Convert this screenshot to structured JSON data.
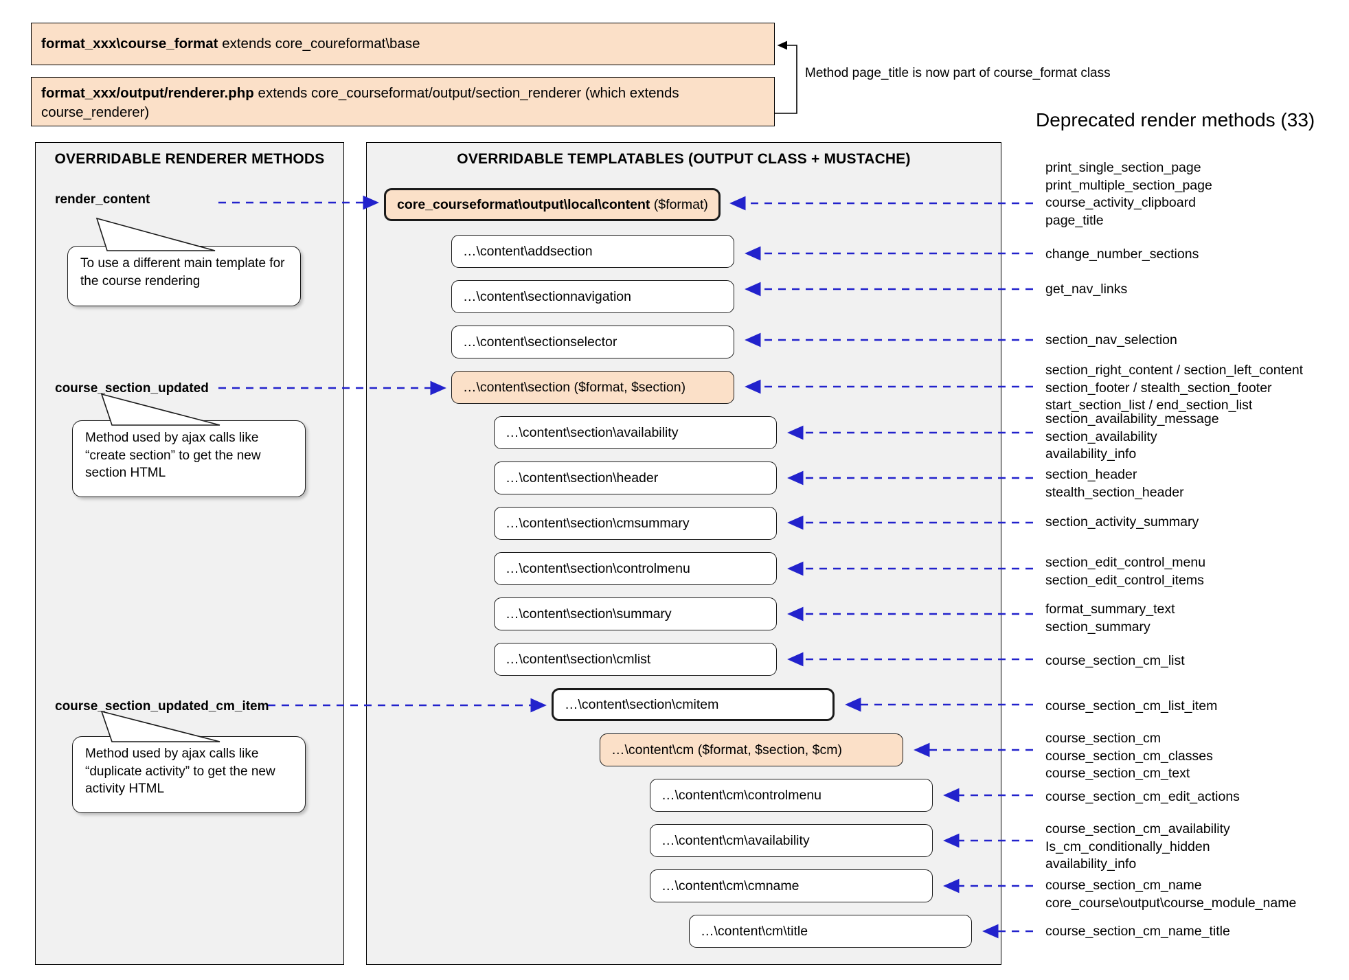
{
  "header": {
    "box1_bold": "format_xxx\\course_format",
    "box1_rest": " extends core_coureformat\\base",
    "box2_bold": "format_xxx/output/renderer.php",
    "box2_rest": " extends core_courseformat/output/section_renderer (which extends course_renderer)",
    "note": "Method page_title is now part of course_format class",
    "deprecated_title": "Deprecated render methods (33)"
  },
  "left_panel": {
    "title": "OVERRIDABLE RENDERER METHODS",
    "methods": [
      {
        "label": "render_content"
      },
      {
        "label": "course_section_updated"
      },
      {
        "label": "course_section_updated_cm_item"
      }
    ],
    "callouts": [
      {
        "lines": [
          "To use a different main template for",
          "the course rendering"
        ]
      },
      {
        "lines": [
          "Method used by ajax calls like",
          "“create section” to get the new",
          "section HTML"
        ]
      },
      {
        "lines": [
          "Method used by ajax calls like",
          "“duplicate activity” to get the new",
          "activity HTML"
        ]
      }
    ]
  },
  "center_panel": {
    "title": "OVERRIDABLE TEMPLATABLES (OUTPUT CLASS + MUSTACHE)",
    "boxes": [
      {
        "bold": "core_courseformat\\output\\local\\content",
        "rest": " ($format)",
        "style": "highlight-thick"
      },
      {
        "bold": "",
        "rest": "…\\content\\addsection",
        "style": "plain"
      },
      {
        "bold": "",
        "rest": "…\\content\\sectionnavigation",
        "style": "plain"
      },
      {
        "bold": "",
        "rest": "…\\content\\sectionselector",
        "style": "plain"
      },
      {
        "bold": "",
        "rest": "…\\content\\section ($format, $section)",
        "style": "highlight"
      },
      {
        "bold": "",
        "rest": "…\\content\\section\\availability",
        "style": "plain"
      },
      {
        "bold": "",
        "rest": "…\\content\\section\\header",
        "style": "plain"
      },
      {
        "bold": "",
        "rest": "…\\content\\section\\cmsummary",
        "style": "plain"
      },
      {
        "bold": "",
        "rest": "…\\content\\section\\controlmenu",
        "style": "plain"
      },
      {
        "bold": "",
        "rest": "…\\content\\section\\summary",
        "style": "plain"
      },
      {
        "bold": "",
        "rest": "…\\content\\section\\cmlist",
        "style": "plain"
      },
      {
        "bold": "",
        "rest": "…\\content\\section\\cmitem",
        "style": "plain-thick"
      },
      {
        "bold": "",
        "rest": "…\\content\\cm ($format, $section, $cm)",
        "style": "highlight"
      },
      {
        "bold": "",
        "rest": "…\\content\\cm\\controlmenu",
        "style": "plain"
      },
      {
        "bold": "",
        "rest": "…\\content\\cm\\availability",
        "style": "plain"
      },
      {
        "bold": "",
        "rest": "…\\content\\cm\\cmname",
        "style": "plain"
      },
      {
        "bold": "",
        "rest": "…\\content\\cm\\title",
        "style": "plain"
      }
    ]
  },
  "deprecated_methods": [
    {
      "lines": [
        "print_single_section_page",
        "print_multiple_section_page",
        "course_activity_clipboard",
        "page_title"
      ]
    },
    {
      "lines": [
        "change_number_sections"
      ]
    },
    {
      "lines": [
        "get_nav_links"
      ]
    },
    {
      "lines": [
        "section_nav_selection"
      ]
    },
    {
      "lines": [
        "section_right_content / section_left_content",
        "section_footer / stealth_section_footer",
        "start_section_list / end_section_list"
      ]
    },
    {
      "lines": [
        "section_availability_message",
        "section_availability",
        "availability_info"
      ]
    },
    {
      "lines": [
        "section_header",
        "stealth_section_header"
      ]
    },
    {
      "lines": [
        "section_activity_summary"
      ]
    },
    {
      "lines": [
        "section_edit_control_menu",
        "section_edit_control_items"
      ]
    },
    {
      "lines": [
        "format_summary_text",
        "section_summary"
      ]
    },
    {
      "lines": [
        "course_section_cm_list"
      ]
    },
    {
      "lines": [
        "course_section_cm_list_item"
      ]
    },
    {
      "lines": [
        "course_section_cm",
        "course_section_cm_classes",
        "course_section_cm_text"
      ]
    },
    {
      "lines": [
        "course_section_cm_edit_actions"
      ]
    },
    {
      "lines": [
        "course_section_cm_availability",
        "Is_cm_conditionally_hidden",
        "availability_info"
      ]
    },
    {
      "lines": [
        "course_section_cm_name",
        "core_course\\output\\course_module_name"
      ]
    },
    {
      "lines": [
        "course_section_cm_name_title"
      ]
    }
  ],
  "colors": {
    "highlight": "#fbe0c8",
    "panel": "#f1f1f1",
    "connector": "#2222cc",
    "outline": "#000000"
  }
}
